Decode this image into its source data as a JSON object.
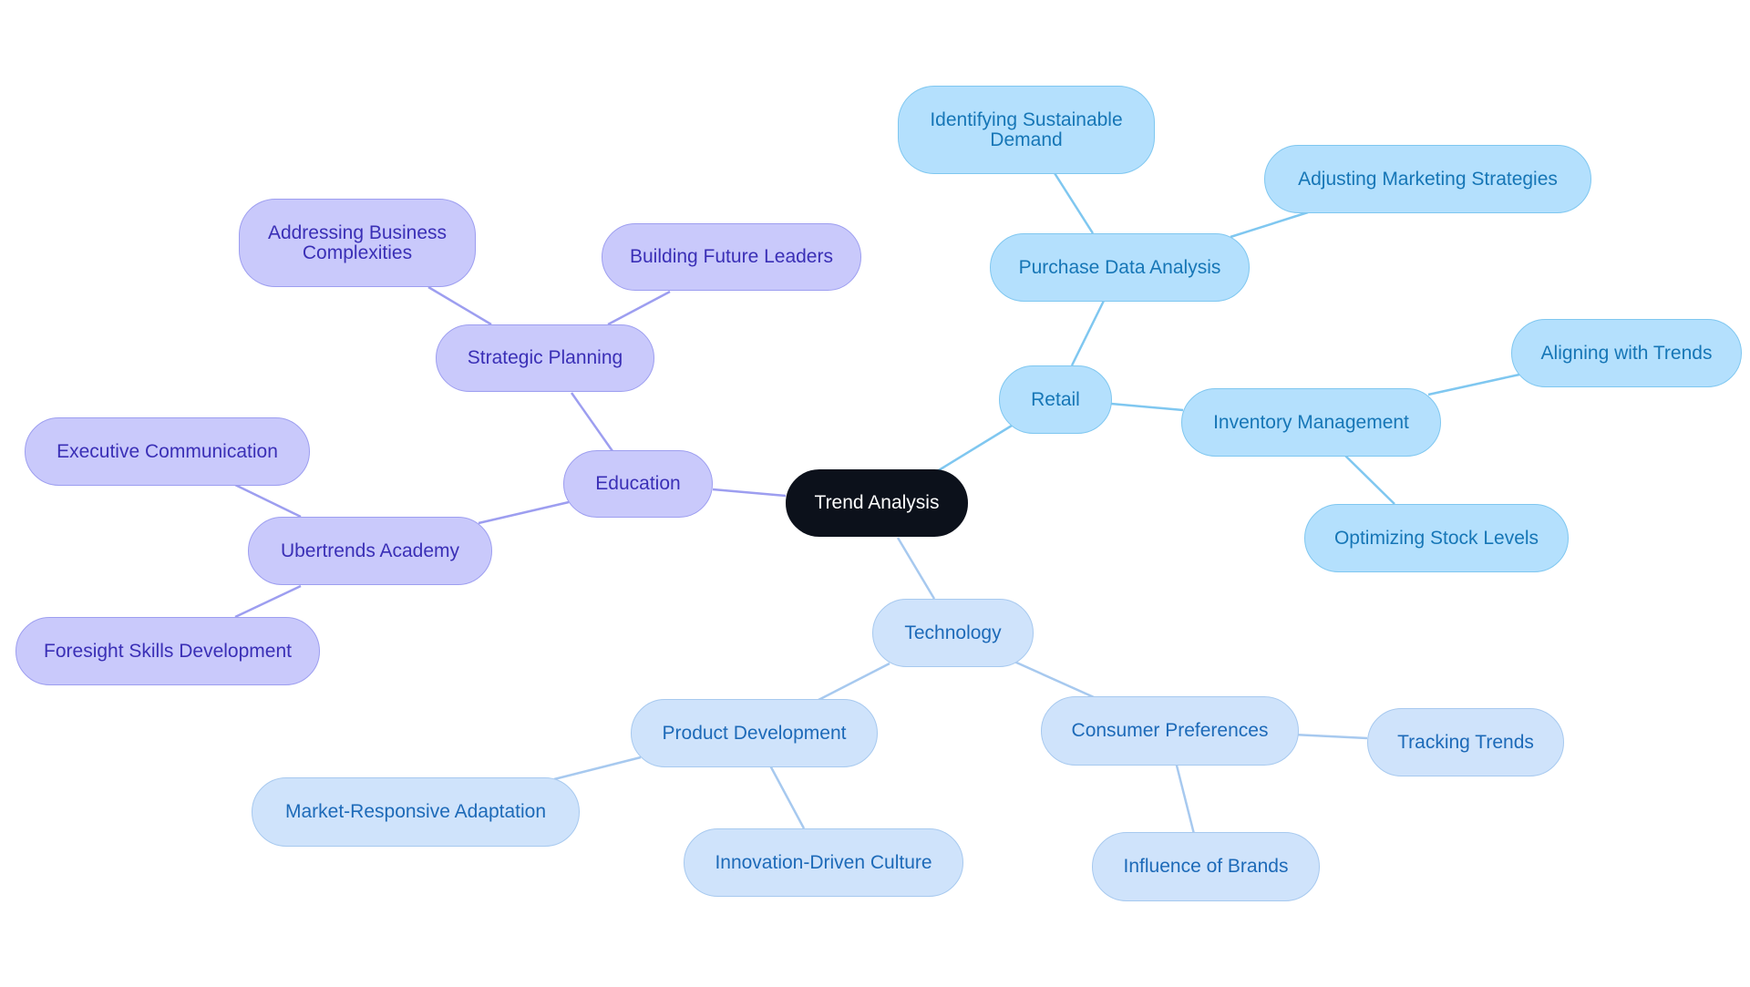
{
  "diagram": {
    "type": "mindmap",
    "colors": {
      "root": "#0c111b",
      "education": "#c9c9fb",
      "education_line": "#9d9ef0",
      "retail": "#b4e0fd",
      "retail_line": "#7fc7f0",
      "technology": "#cfe3fb",
      "technology_line": "#a7c9ef"
    },
    "root": {
      "label": "Trend Analysis"
    },
    "branches": {
      "education": {
        "label": "Education",
        "children": [
          {
            "label": "Strategic Planning",
            "children": [
              {
                "label": "Addressing Business Complexities"
              },
              {
                "label": "Building Future Leaders"
              }
            ]
          },
          {
            "label": "Ubertrends Academy",
            "children": [
              {
                "label": "Executive Communication"
              },
              {
                "label": "Foresight Skills Development"
              }
            ]
          }
        ]
      },
      "retail": {
        "label": "Retail",
        "children": [
          {
            "label": "Purchase Data Analysis",
            "children": [
              {
                "label": "Identifying Sustainable Demand"
              },
              {
                "label": "Adjusting Marketing Strategies"
              }
            ]
          },
          {
            "label": "Inventory Management",
            "children": [
              {
                "label": "Aligning with Trends"
              },
              {
                "label": "Optimizing Stock Levels"
              }
            ]
          }
        ]
      },
      "technology": {
        "label": "Technology",
        "children": [
          {
            "label": "Product Development",
            "children": [
              {
                "label": "Market-Responsive Adaptation"
              },
              {
                "label": "Innovation-Driven Culture"
              }
            ]
          },
          {
            "label": "Consumer Preferences",
            "children": [
              {
                "label": "Tracking Trends"
              },
              {
                "label": "Influence of Brands"
              }
            ]
          }
        ]
      }
    }
  }
}
